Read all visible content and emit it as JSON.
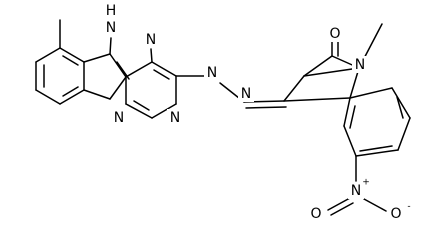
{
  "molecule": {
    "atoms": {
      "nh_label": "H",
      "indole_n": "N",
      "triazine_n_top": "N",
      "triazine_n_bottom_left": "N",
      "triazine_n_bottom_right": "N",
      "hydrazone_n1": "N",
      "hydrazone_n2": "N",
      "isatin_n": "N",
      "carbonyl_o": "O",
      "nitro_n": "N",
      "nitro_n_charge": "+",
      "nitro_o_left": "O",
      "nitro_o_right": "O",
      "nitro_o_right_charge": "-"
    }
  },
  "colors": {
    "bond": "#000000",
    "background": "#ffffff"
  }
}
